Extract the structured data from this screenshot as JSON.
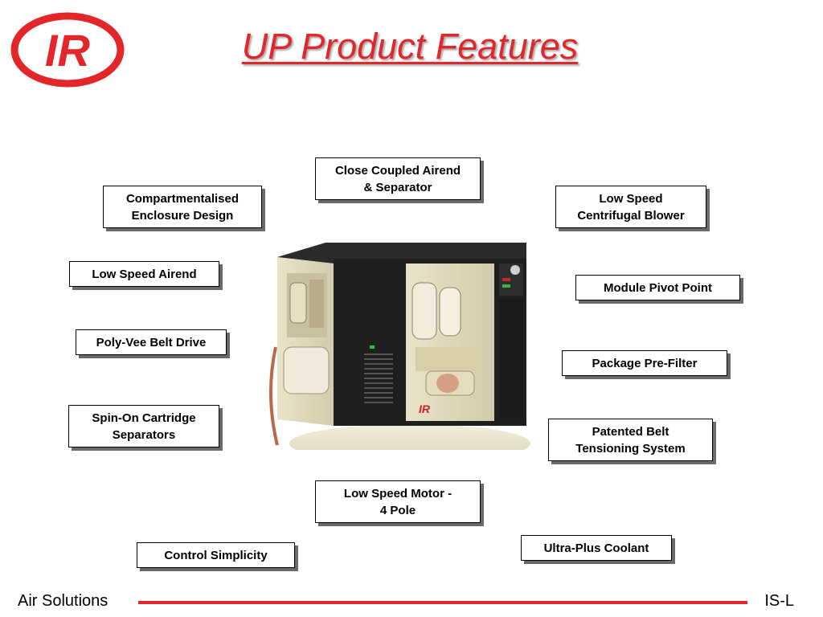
{
  "slide": {
    "title": "UP Product Features",
    "logo_text": "IR",
    "footer_left": "Air Solutions",
    "footer_right": "IS-L",
    "accent_color": "#e3262a"
  },
  "features": [
    {
      "id": "close-coupled-airend",
      "label": "Close Coupled Airend\n& Separator"
    },
    {
      "id": "compartmentalised-enclosure",
      "label": "Compartmentalised\nEnclosure Design"
    },
    {
      "id": "low-speed-centrifugal-blower",
      "label": "Low Speed\nCentrifugal Blower"
    },
    {
      "id": "low-speed-airend",
      "label": "Low Speed Airend"
    },
    {
      "id": "module-pivot-point",
      "label": "Module Pivot Point"
    },
    {
      "id": "poly-vee-belt-drive",
      "label": "Poly-Vee Belt Drive"
    },
    {
      "id": "package-pre-filter",
      "label": "Package Pre-Filter"
    },
    {
      "id": "spin-on-cartridge-separators",
      "label": "Spin-On Cartridge\nSeparators"
    },
    {
      "id": "patented-belt-tensioning",
      "label": "Patented Belt\nTensioning System"
    },
    {
      "id": "low-speed-motor",
      "label": "Low Speed Motor -\n4 Pole"
    },
    {
      "id": "ultra-plus-coolant",
      "label": "Ultra-Plus Coolant"
    },
    {
      "id": "control-simplicity",
      "label": "Control Simplicity"
    }
  ]
}
